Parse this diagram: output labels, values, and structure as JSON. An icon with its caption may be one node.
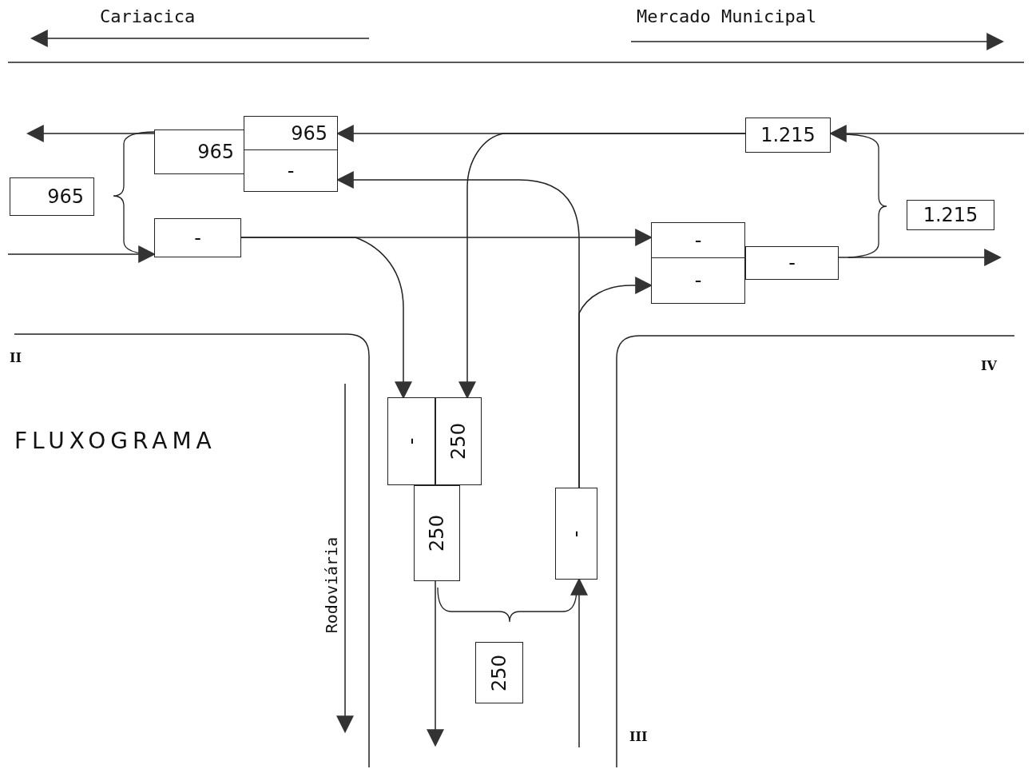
{
  "diagram": {
    "title": "FLUXOGRAMA",
    "nodes": [
      {
        "text": [
          "965"
        ]
      },
      {
        "text": [
          "965"
        ]
      },
      {
        "text": [
          "-"
        ]
      },
      {
        "text": [
          "965"
        ]
      },
      {
        "text": [
          "-"
        ]
      },
      {
        "text": [
          "1.215"
        ]
      },
      {
        "text": [
          "1.215"
        ]
      },
      {
        "text": [
          "-"
        ]
      },
      {
        "text": [
          "-"
        ]
      },
      {
        "text": [
          "-"
        ]
      },
      {
        "text": [
          "-"
        ]
      },
      {
        "text": [
          "250"
        ]
      },
      {
        "text": [
          "250"
        ]
      },
      {
        "text": [
          "-"
        ]
      },
      {
        "text": [
          "250"
        ]
      }
    ],
    "edges": [
      {
        "from": null,
        "to": 5,
        "arrow": "to"
      },
      {
        "from": 5,
        "to": 0,
        "arrow": "to"
      },
      {
        "from": 5,
        "to": 11,
        "arrow": "to"
      },
      {
        "from": 1,
        "to": null,
        "arrow": "to"
      },
      {
        "from": null,
        "to": 4,
        "arrow": "to"
      },
      {
        "from": 4,
        "to": 7,
        "arrow": "to"
      },
      {
        "from": 4,
        "to": 10,
        "arrow": "to"
      },
      {
        "from": null,
        "to": 13,
        "arrow": "to"
      },
      {
        "from": 13,
        "to": 2,
        "arrow": "to"
      },
      {
        "from": 13,
        "to": 8,
        "arrow": "to"
      },
      {
        "from": 9,
        "to": null,
        "arrow": "to"
      },
      {
        "from": 12,
        "to": null,
        "arrow": "to"
      }
    ],
    "labels": [
      "Cariacica",
      "Mercado Municipal",
      "II",
      "IV",
      "Rodoviária",
      "III"
    ]
  }
}
